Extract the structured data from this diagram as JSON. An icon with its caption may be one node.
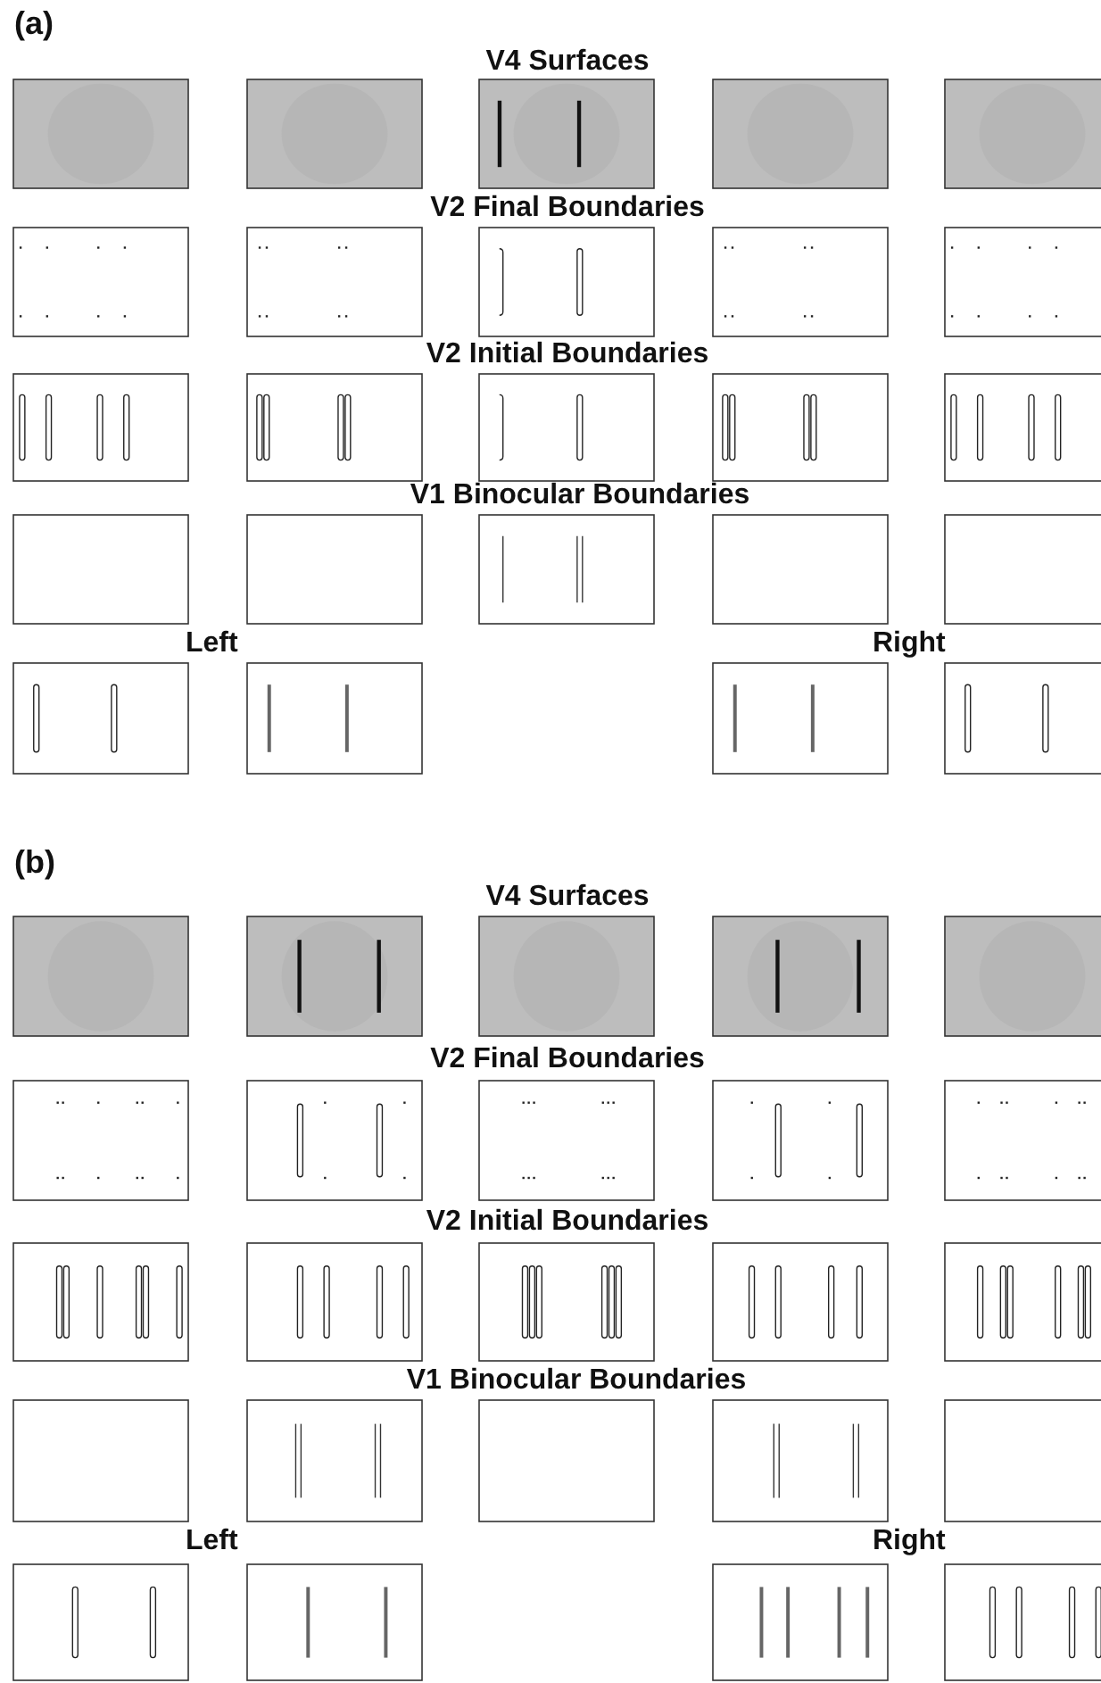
{
  "diagram": {
    "labels": [
      "(a)",
      "V4 Surfaces",
      "V2 Final Boundaries",
      "V2 Initial Boundaries",
      "V1 Binocular Boundaries",
      "Left",
      "Right",
      "(b)",
      "V4 Surfaces",
      "V2 Final Boundaries",
      "V2 Initial Boundaries",
      "V1 Binocular Boundaries",
      "Left",
      "Right"
    ]
  }
}
